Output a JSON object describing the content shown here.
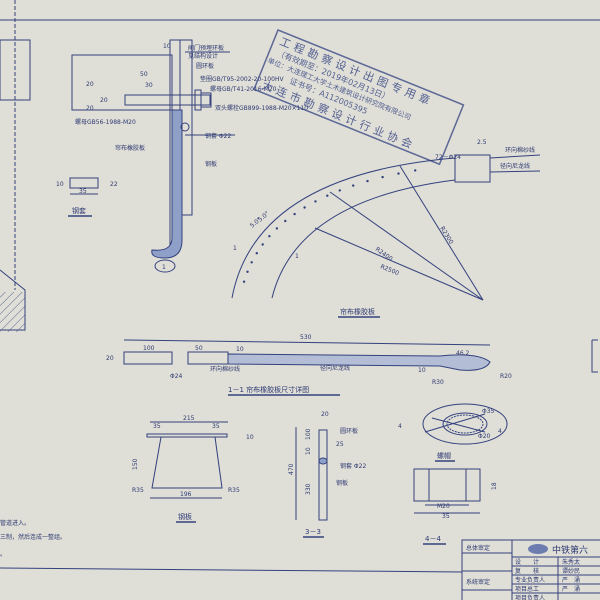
{
  "detail1": {
    "labels": [
      "闸门预埋环板",
      "见结构设计",
      "圆环板",
      "垫圈GB/T95-2002-20-100HV",
      "螺母GB/T41-2016-M20",
      "双头螺栓GB899-1988-M20×110",
      "螺母GB56-1988-M20",
      "钢套 Φ22",
      "帘布橡胶板",
      "钢板"
    ],
    "dims": [
      "10",
      "50",
      "30",
      "20",
      "20",
      "20"
    ],
    "marker": "1"
  },
  "sleeve": {
    "title": "钢套",
    "dims": [
      "35",
      "10",
      "22"
    ]
  },
  "stamp": {
    "top": "工程勘察设计出图专用章",
    "line1": "（有效期至：2019年02月13日）",
    "line2": "单位：大连理工大学土木建筑设计研究院有限公司",
    "line3": "证书号：A112005395",
    "bottom": "大连市勘察设计行业协会"
  },
  "curtain": {
    "title": "帘布橡胶板",
    "labels": [
      "72－Φ24",
      "2.5",
      "环向棉纱线",
      "径向尼龙线",
      "R2400",
      "R2500",
      "R2300",
      "5.0°",
      "5.0°",
      "1",
      "1"
    ]
  },
  "section11": {
    "title": "1－1  帘布橡胶板尺寸详图",
    "dims": [
      "530",
      "100",
      "50",
      "Φ24",
      "20",
      "10",
      "46.2",
      "R30",
      "R20",
      "10"
    ],
    "labels": [
      "环向棉纱线",
      "径向尼龙线"
    ]
  },
  "steelplate": {
    "title": "钢板",
    "dims": [
      "215",
      "35",
      "35",
      "196",
      "150",
      "R35",
      "R35",
      "10"
    ]
  },
  "section33": {
    "title": "3－3",
    "dims": [
      "20",
      "100",
      "10",
      "25",
      "470",
      "330"
    ],
    "labels": [
      "圆环板",
      "钢套 Φ22",
      "钢板"
    ]
  },
  "nut": {
    "title": "螺帽",
    "dims": [
      "Φ35",
      "Φ20",
      "4",
      "4"
    ]
  },
  "section44": {
    "title": "4－4",
    "dims": [
      "M20",
      "35",
      "18"
    ]
  },
  "notes": [
    "管道进入。",
    "三制，然后连成一整组。",
    "。"
  ],
  "titleblock": {
    "review1": "总体审定",
    "review2": "系统审定",
    "company": "中铁第六",
    "rows": [
      [
        "设　　计",
        "朱秀太"
      ],
      [
        "复　　核",
        "谭妙民"
      ],
      [
        "专业负责人",
        "严　涌"
      ],
      [
        "项目总工",
        "严　涌"
      ],
      [
        "项目负责人",
        ""
      ]
    ]
  }
}
